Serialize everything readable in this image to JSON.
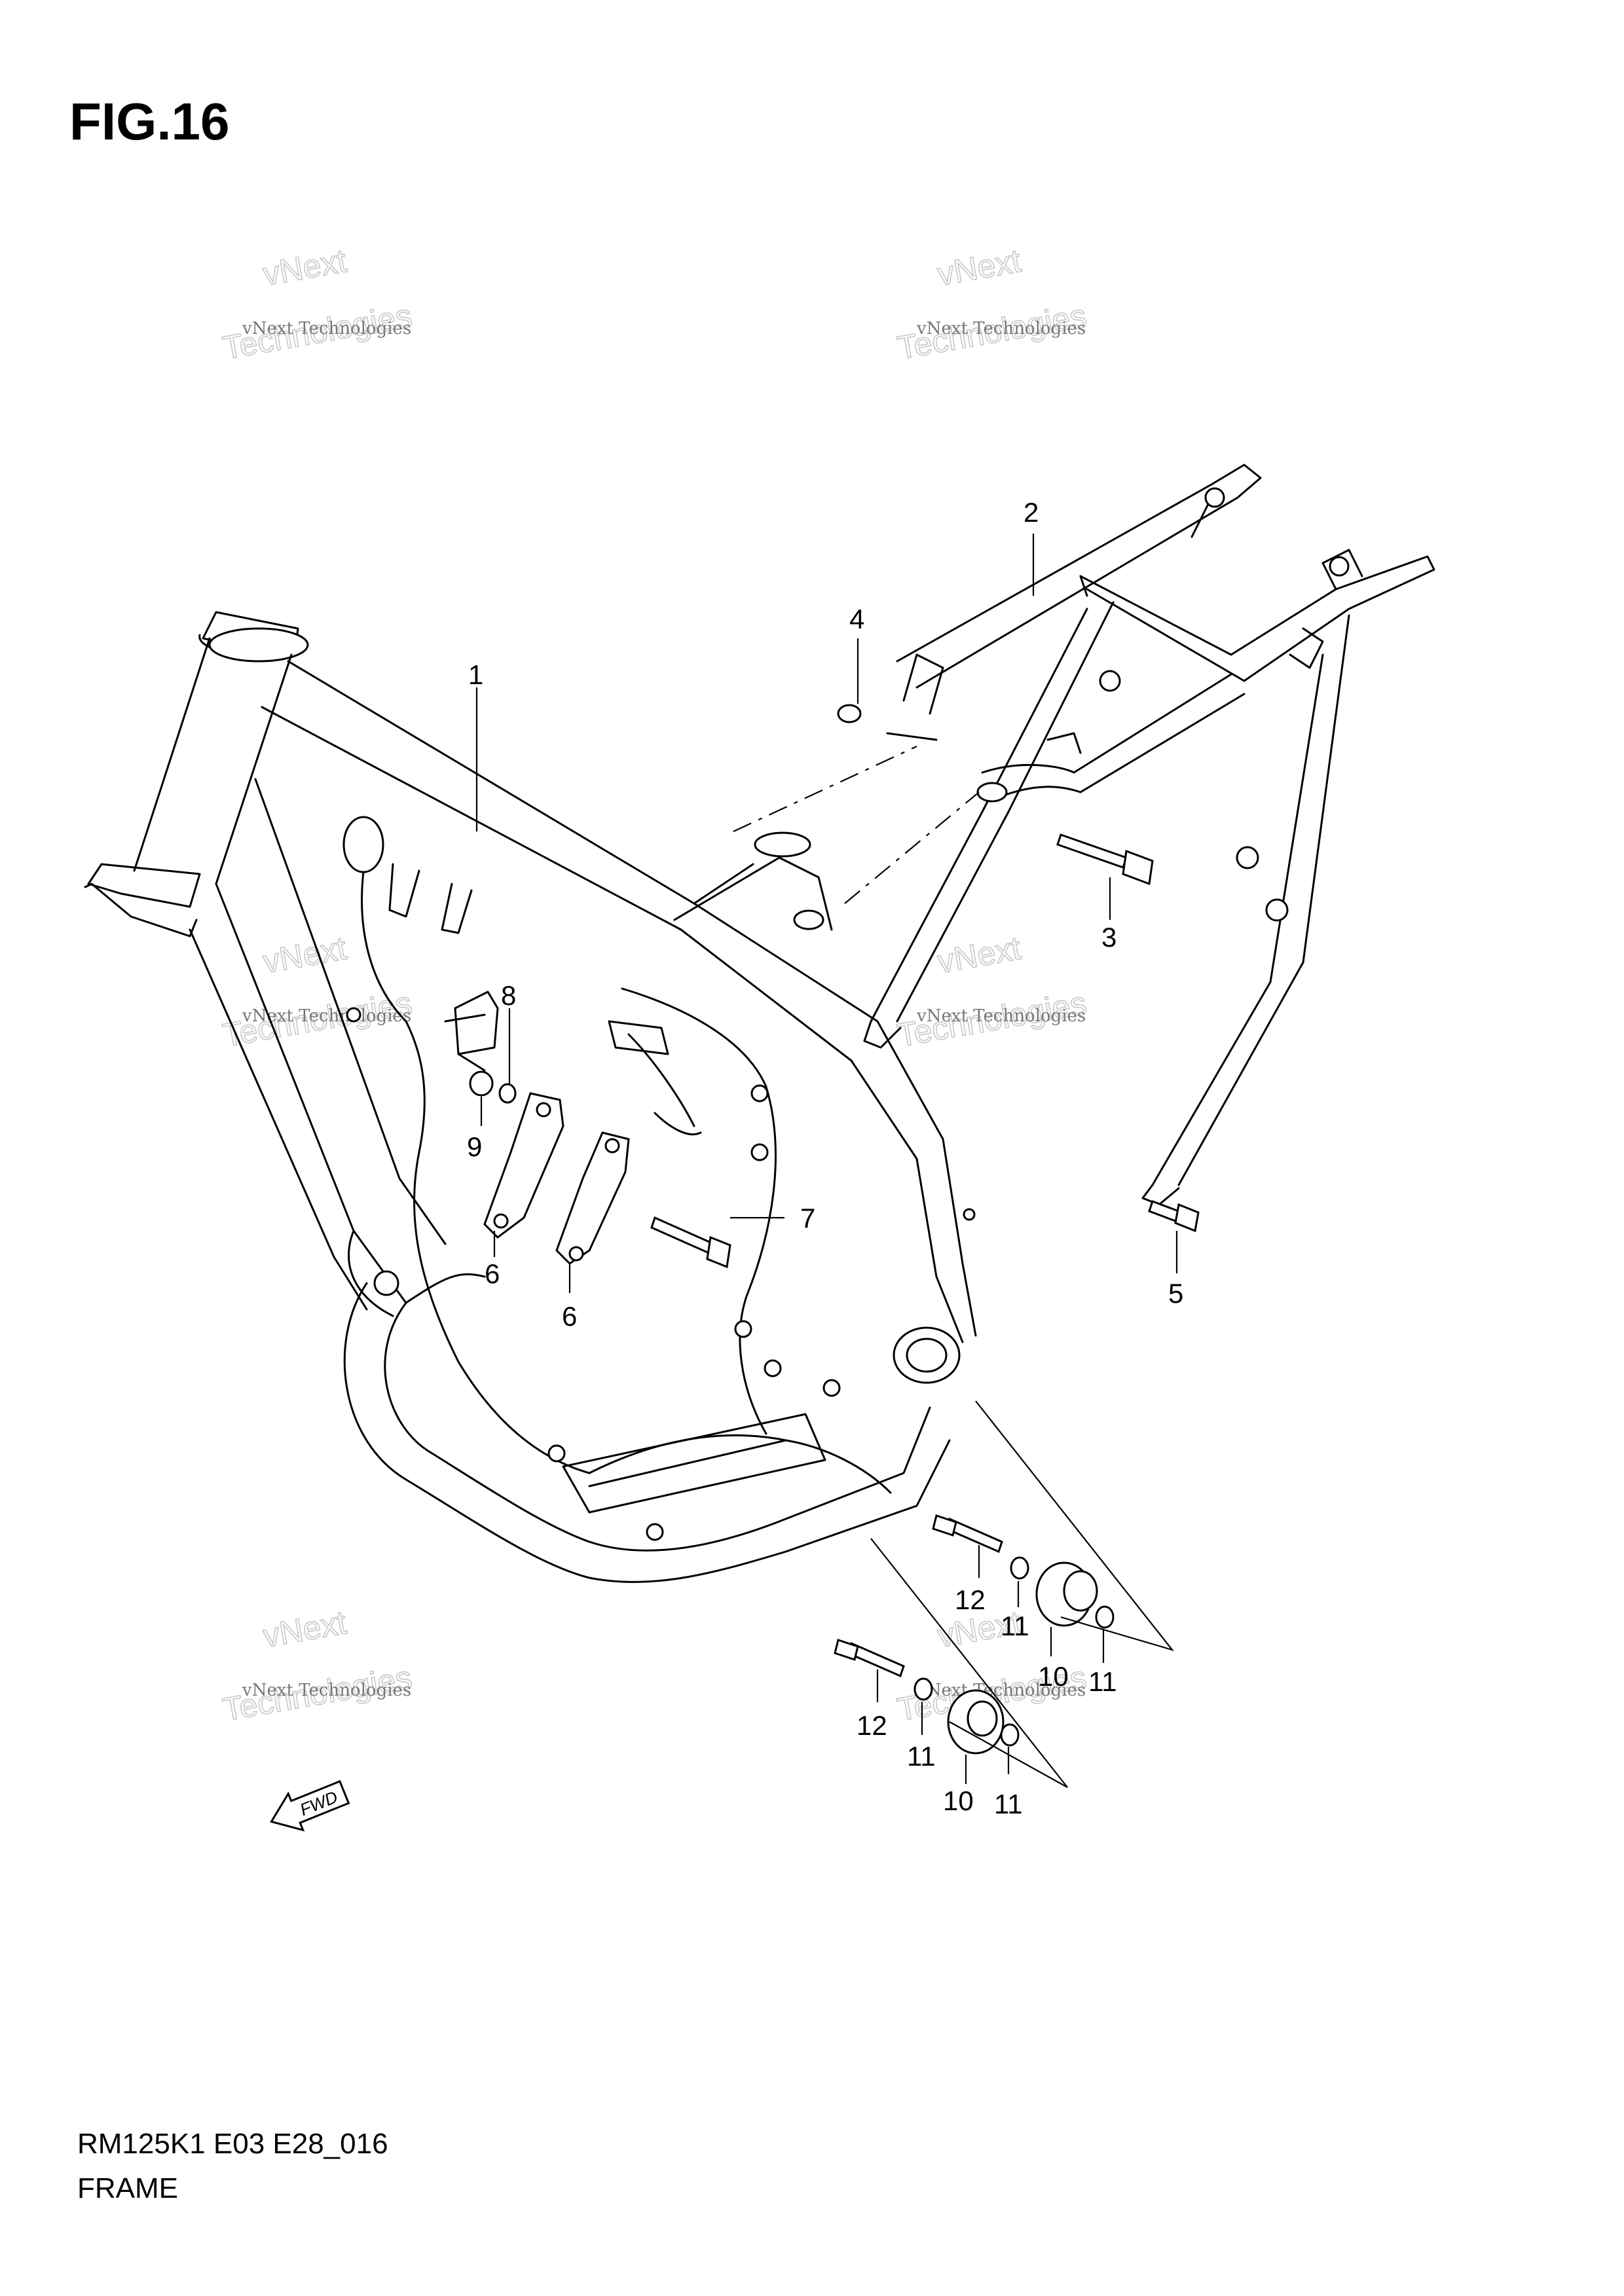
{
  "figure": {
    "title": "FIG.16"
  },
  "footer": {
    "model_code": "RM125K1 E03 E28_016",
    "section_name": "FRAME"
  },
  "watermark": {
    "line1": "vNext Technologies",
    "line2": "vNext",
    "line3": "Technologies"
  },
  "fwd_label": "FWD",
  "callouts": {
    "c1": "1",
    "c2": "2",
    "c3": "3",
    "c4": "4",
    "c5": "5",
    "c6a": "6",
    "c6b": "6",
    "c7": "7",
    "c8": "8",
    "c9": "9",
    "c10a": "10",
    "c10b": "10",
    "c11a": "11",
    "c11b": "11",
    "c11c": "11",
    "c11d": "11",
    "c12a": "12",
    "c12b": "12"
  }
}
